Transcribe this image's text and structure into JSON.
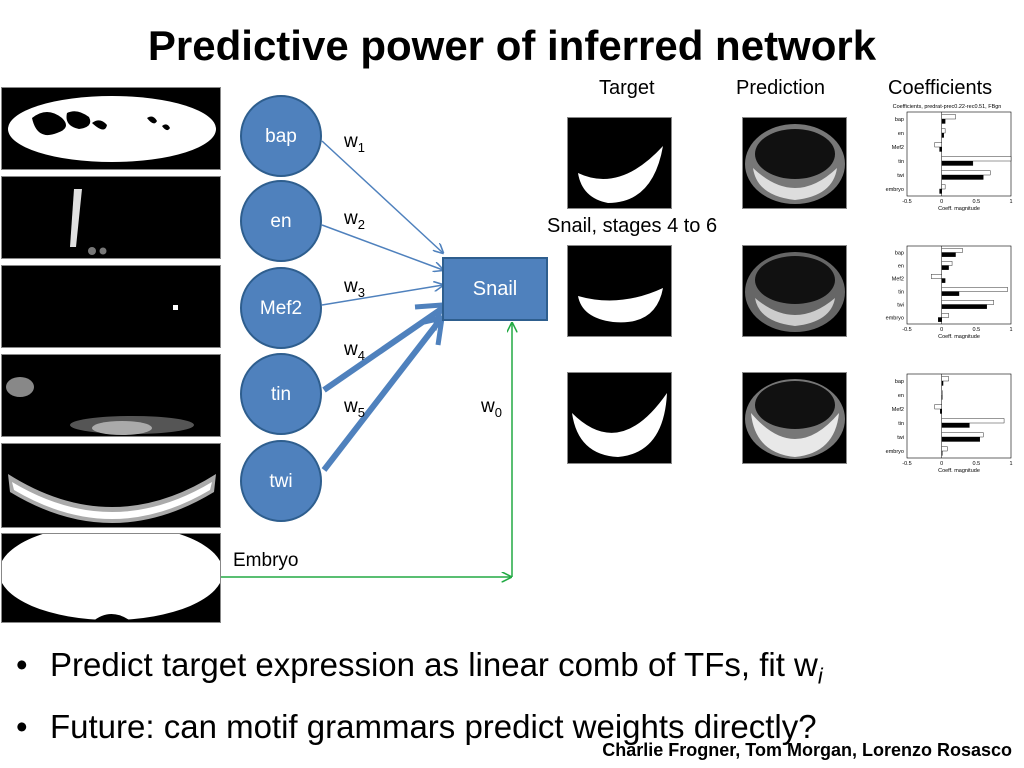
{
  "title": "Predictive power of inferred network",
  "columns": {
    "target": "Target",
    "prediction": "Prediction",
    "coefficients": "Coefficients"
  },
  "stages_label": "Snail, stages 4 to 6",
  "network": {
    "inputs": [
      {
        "label": "bap",
        "weight": "w",
        "sub": "1"
      },
      {
        "label": "en",
        "weight": "w",
        "sub": "2"
      },
      {
        "label": "Mef2",
        "weight": "w",
        "sub": "3"
      },
      {
        "label": "tin",
        "weight": "w",
        "sub": "4"
      },
      {
        "label": "twi",
        "weight": "w",
        "sub": "5"
      }
    ],
    "target": "Snail",
    "bias": {
      "label": "Embryo",
      "weight": "w",
      "sub": "0"
    },
    "node_color": "#4f81bd",
    "edge_color": "#4f81bd",
    "bias_color": "#22aa44"
  },
  "coef_panels": [
    {
      "title": "Coefficients, predrat-prec0.22-rec0.51, FBgn",
      "categories": [
        "bap",
        "en",
        "Mef2",
        "tin",
        "twi",
        "embryo"
      ],
      "series": [
        {
          "values": [
            0.05,
            0.03,
            -0.03,
            0.45,
            0.6,
            -0.03
          ]
        },
        {
          "values": [
            0.2,
            0.05,
            -0.1,
            1.0,
            0.7,
            0.05
          ]
        }
      ],
      "xlim": [
        -0.5,
        1
      ],
      "ticks": [
        "-0.5",
        "0",
        "0.5",
        "1"
      ],
      "xlabel": "Coeff. magnitude"
    },
    {
      "title": "",
      "categories": [
        "bap",
        "en",
        "Mef2",
        "tin",
        "twi",
        "embryo"
      ],
      "series": [
        {
          "values": [
            0.2,
            0.1,
            0.05,
            0.25,
            0.65,
            -0.05
          ]
        },
        {
          "values": [
            0.3,
            0.15,
            -0.15,
            0.95,
            0.75,
            0.1
          ]
        }
      ],
      "xlim": [
        -0.5,
        1
      ],
      "ticks": [
        "-0.5",
        "0",
        "0.5",
        "1"
      ],
      "xlabel": "Coeff. magnitude"
    },
    {
      "title": "",
      "categories": [
        "bap",
        "en",
        "Mef2",
        "tin",
        "twi",
        "embryo"
      ],
      "series": [
        {
          "values": [
            0.02,
            0.0,
            -0.02,
            0.4,
            0.55,
            0.0
          ]
        },
        {
          "values": [
            0.1,
            0.0,
            -0.1,
            0.9,
            0.6,
            0.08
          ]
        }
      ],
      "xlim": [
        -0.5,
        1
      ],
      "ticks": [
        "-0.5",
        "0",
        "0.5",
        "1"
      ],
      "xlabel": "Coeff. magnitude"
    }
  ],
  "bullets": [
    {
      "text": "Predict target expression as linear comb of TFs, fit w",
      "sub": "i"
    },
    {
      "text": "Future: can motif grammars predict weights directly?",
      "sub": ""
    }
  ],
  "credits": "Charlie Frogner, Tom Morgan, Lorenzo Rosasco"
}
